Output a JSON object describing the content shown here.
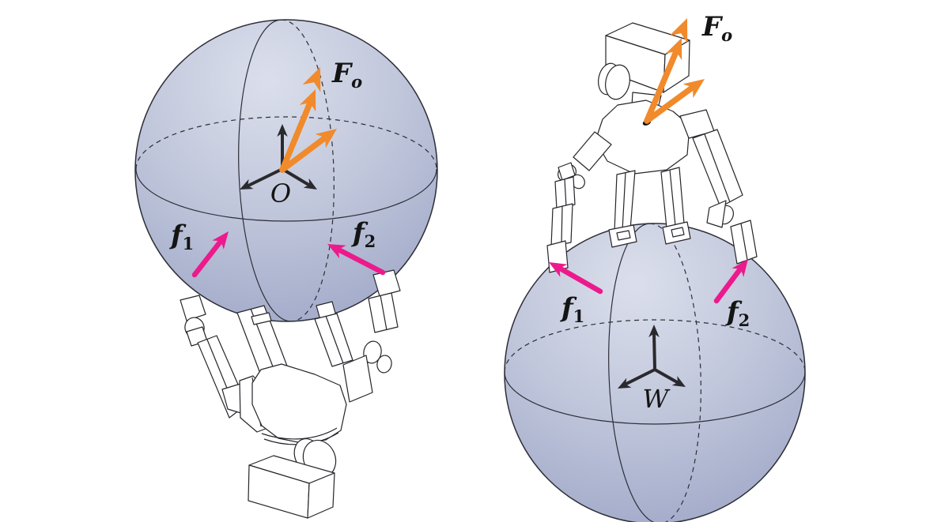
{
  "figure": {
    "panels": {
      "object": {
        "frame_label": "O",
        "force": {
          "base": "F",
          "sub": "o"
        },
        "contact1": {
          "base": "f",
          "sub": "1"
        },
        "contact2": {
          "base": "f",
          "sub": "2"
        }
      },
      "world": {
        "frame_label": "W",
        "force": {
          "base": "F",
          "sub": "o"
        },
        "contact1": {
          "base": "f",
          "sub": "1"
        },
        "contact2": {
          "base": "f",
          "sub": "2"
        }
      }
    },
    "colors": {
      "force": "#F18A2B",
      "contact": "#EC1A8C",
      "axes": "#2A2A2E",
      "line": "#2E2E38",
      "hand_stroke": "#26262B",
      "label": "#141414",
      "background": "#FFFFFF",
      "sphere_light": "#DBDFEC",
      "sphere_mid": "#C2C8DC",
      "sphere_dark": "#9CA5C6"
    }
  }
}
